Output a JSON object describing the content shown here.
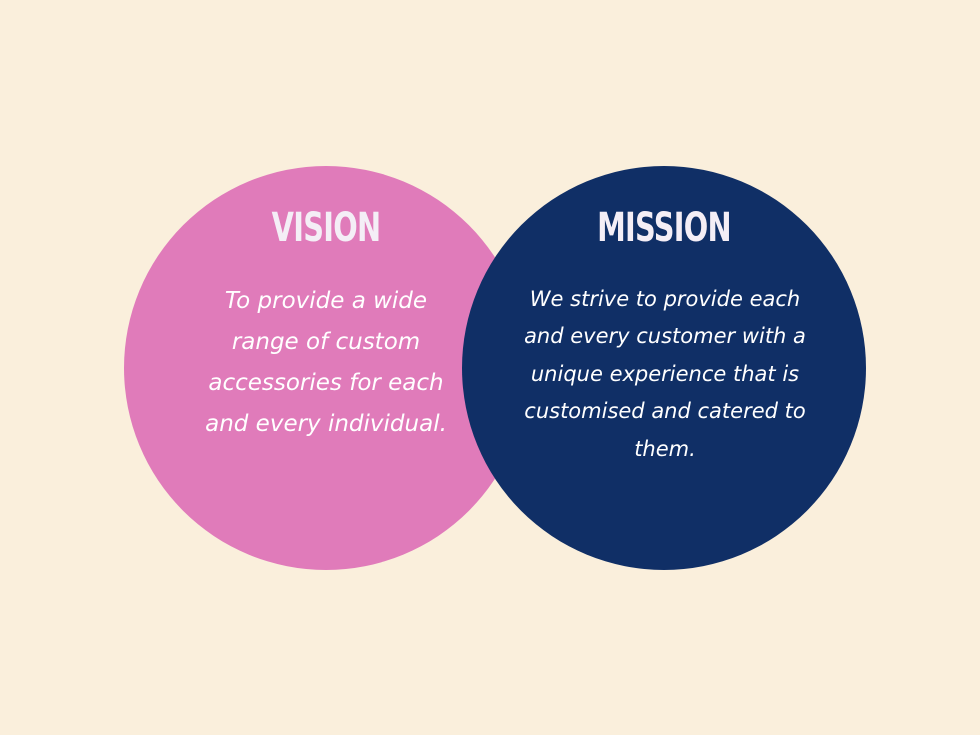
{
  "colors": {
    "background": "#faefdc",
    "vision_circle": "#e07bba",
    "mission_circle": "#102f66",
    "heading_text": "#f4eef6",
    "body_text": "#ffffff"
  },
  "vision": {
    "title": "VISION",
    "text": "To provide a wide range of custom accessories for each and every individual."
  },
  "mission": {
    "title": "MISSION",
    "text": "We strive to provide each and every customer with a unique experience that is customised and catered to them."
  }
}
